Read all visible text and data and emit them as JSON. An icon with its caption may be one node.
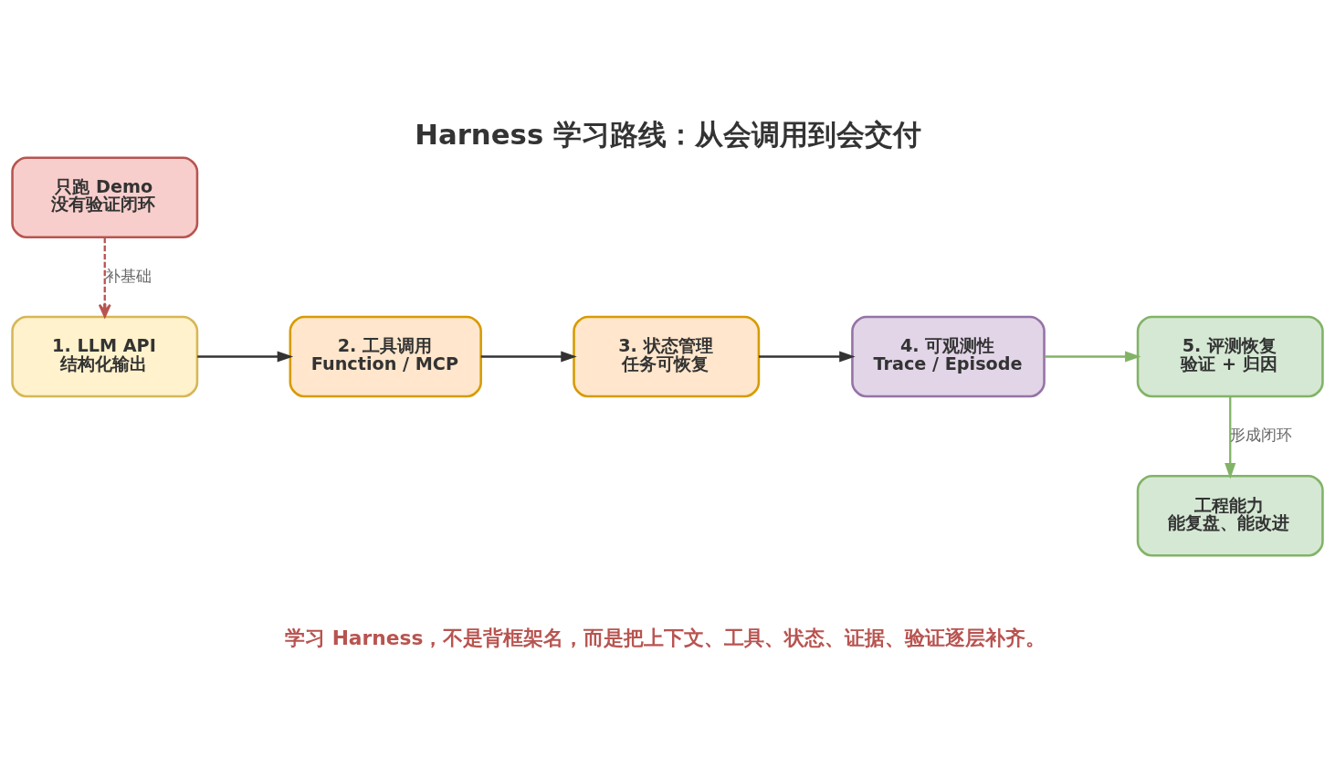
{
  "diagram": {
    "title": "Harness 学习路线：从会调用到会交付",
    "caption": "学习 Harness，不是背框架名，而是把上下文、工具、状态、证据、验证逐层补齐。",
    "nodes": [
      {
        "text": [
          "只跑 Demo",
          "没有验证闭环"
        ]
      },
      {
        "text": [
          "1. LLM API",
          "结构化输出"
        ]
      },
      {
        "text": [
          "2. 工具调用",
          "Function / MCP"
        ]
      },
      {
        "text": [
          "3. 状态管理",
          "任务可恢复"
        ]
      },
      {
        "text": [
          "4. 可观测性",
          "Trace / Episode"
        ]
      },
      {
        "text": [
          "5. 评测恢复",
          "验证 + 归因"
        ]
      },
      {
        "text": [
          "工程能力",
          "能复盘、能改进"
        ]
      }
    ],
    "edges": [
      {
        "from": 0,
        "to": 1,
        "arrow": "to",
        "label": "补基础",
        "style": "dashed",
        "color": "#b85450"
      },
      {
        "from": 1,
        "to": 2,
        "arrow": "to"
      },
      {
        "from": 2,
        "to": 3,
        "arrow": "to"
      },
      {
        "from": 3,
        "to": 4,
        "arrow": "to"
      },
      {
        "from": 4,
        "to": 5,
        "arrow": "to",
        "color": "#82b366"
      },
      {
        "from": 5,
        "to": 6,
        "arrow": "to",
        "label": "形成闭环",
        "color": "#82b366"
      }
    ]
  }
}
